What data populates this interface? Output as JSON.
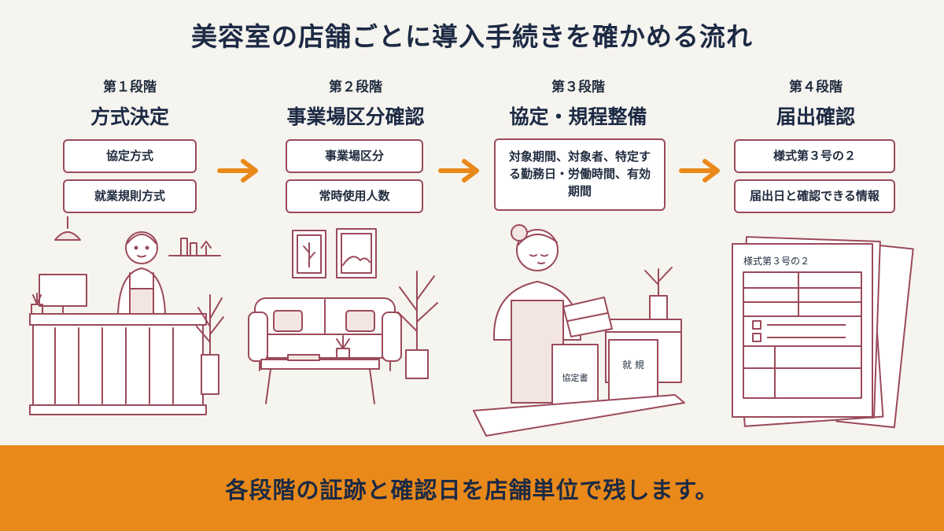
{
  "title": "美容室の店舗ごとに導入手続きを確かめる流れ",
  "stages": [
    {
      "label": "第１段階",
      "name": "方式決定",
      "items": [
        "協定方式",
        "就業規則方式"
      ]
    },
    {
      "label": "第２段階",
      "name": "事業場区分確認",
      "items": [
        "事業場区分",
        "常時使用人数"
      ]
    },
    {
      "label": "第３段階",
      "name": "協定・規程整備",
      "items": [
        "対象期間、対象者、特定する勤務日・労働時間、有効期間"
      ]
    },
    {
      "label": "第４段階",
      "name": "届出確認",
      "items": [
        "様式第３号の２",
        "届出日と確認できる情報"
      ]
    }
  ],
  "illustrations": {
    "binder_1": "協定書",
    "binder_2": "就 規",
    "form_title": "様式第３号の２"
  },
  "banner": "各段階の証跡と確認日を店舗単位で残します。",
  "colors": {
    "accent": "#e9891a",
    "border": "#9b4a5b",
    "ink": "#1c2a44"
  }
}
